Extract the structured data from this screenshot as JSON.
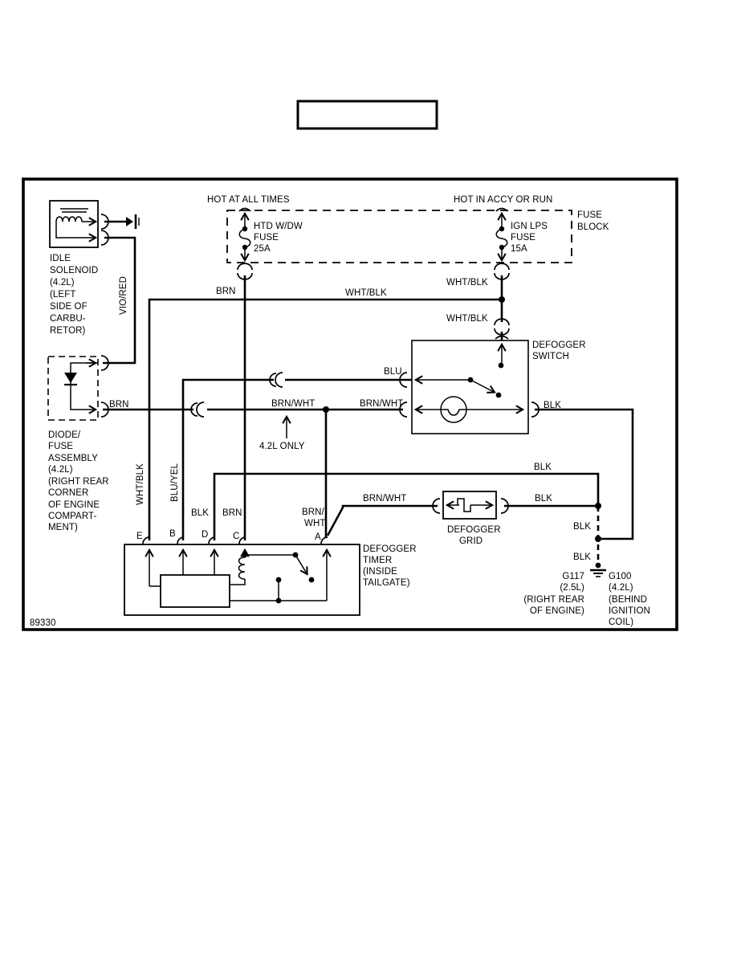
{
  "figure_number": "89330",
  "power": {
    "left": "HOT AT ALL TIMES",
    "right": "HOT IN ACCY OR RUN"
  },
  "fuse_block": {
    "name": [
      "FUSE",
      "BLOCK"
    ],
    "htd_fuse": [
      "HTD W/DW",
      "FUSE",
      "25A"
    ],
    "ign_fuse": [
      "IGN LPS",
      "FUSE",
      "15A"
    ]
  },
  "components": {
    "idle_solenoid": [
      "IDLE",
      "SOLENOID",
      "(4.2L)",
      "(LEFT",
      "SIDE OF",
      "CARBU-",
      "RETOR)"
    ],
    "diode_fuse_assembly": [
      "DIODE/",
      "FUSE",
      "ASSEMBLY",
      "(4.2L)",
      "(RIGHT REAR",
      "CORNER",
      "OF ENGINE",
      "COMPART-",
      "MENT)"
    ],
    "defogger_switch": [
      "DEFOGGER",
      "SWITCH"
    ],
    "defogger_grid": [
      "DEFOGGER",
      "GRID"
    ],
    "defogger_timer": [
      "DEFOGGER",
      "TIMER",
      "(INSIDE",
      "TAILGATE)"
    ]
  },
  "wire_labels": {
    "vio_red": "VIO/RED",
    "brn_diode": "BRN",
    "brn_fuse": "BRN",
    "wht_blk_horizontal": "WHT/BLK",
    "wht_blk_upper": "WHT/BLK",
    "wht_blk_lower": "WHT/BLK",
    "wht_blk_timer": "WHT/BLK",
    "blu": "BLU",
    "blu_yel": "BLU/YEL",
    "brn_wht_left": "BRN/WHT",
    "brn_wht_right": "BRN/WHT",
    "brn_wht_a_line1": "BRN/",
    "brn_wht_a_line2": "WHT",
    "brn_wht_grid": "BRN/WHT",
    "blk_timer": "BLK",
    "brn_timer": "BRN",
    "blk_switch": "BLK",
    "blk_top": "BLK",
    "blk_grid": "BLK",
    "blk_ground_upper": "BLK",
    "blk_ground_lower": "BLK",
    "note_42l_only": "4.2L ONLY"
  },
  "terminals": {
    "a": "A",
    "b": "B",
    "c": "C",
    "d": "D",
    "e": "E"
  },
  "grounds": {
    "g117": [
      "G117",
      "(2.5L)",
      "(RIGHT REAR",
      "OF ENGINE)"
    ],
    "g100": [
      "G100",
      "(4.2L)",
      "(BEHIND",
      "IGNITION",
      "COIL)"
    ]
  }
}
